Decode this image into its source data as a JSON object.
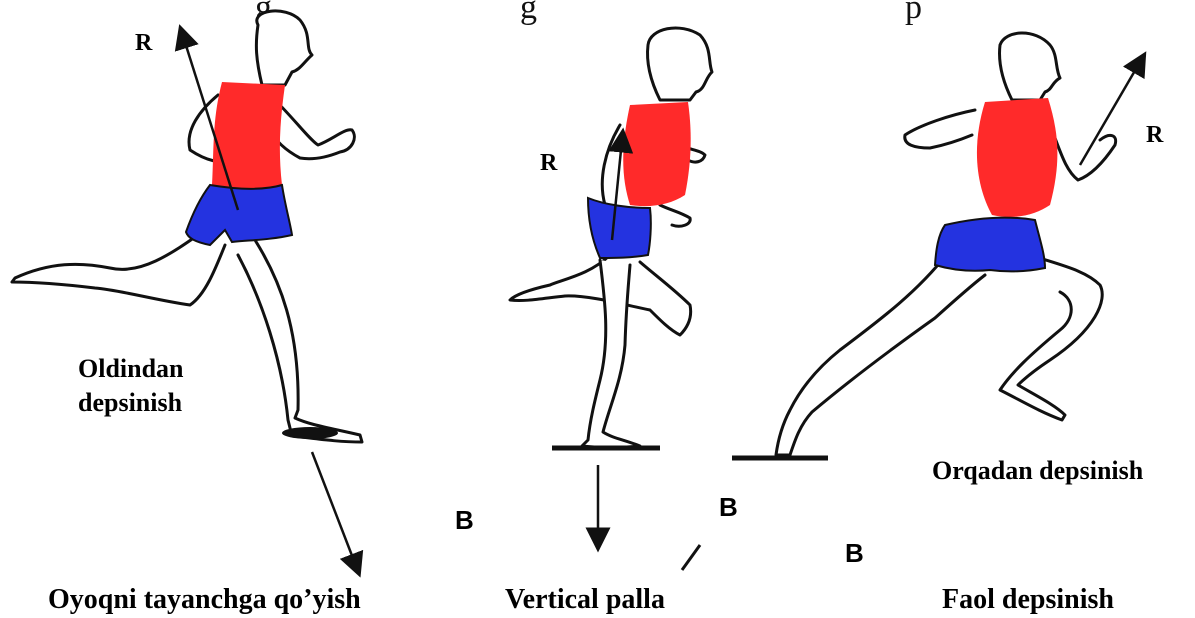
{
  "top_text": "gi",
  "runners": [
    {
      "id": "runner-1",
      "force_label": "R",
      "phase_label_line1": "Oldindan",
      "phase_label_line2": "depsinish",
      "bottom_label": "Oyoqni tayanchga qo’yish",
      "point_label": "B"
    },
    {
      "id": "runner-2",
      "force_label": "R",
      "bottom_label": "Vertical palla",
      "point_label": "B"
    },
    {
      "id": "runner-3",
      "force_label": "R",
      "phase_label": "Orqadan depsinish",
      "bottom_label": "Faol depsinish",
      "point_label": "B"
    }
  ],
  "colors": {
    "shirt": "#ff2a2a",
    "shorts": "#2433e0",
    "outline": "#111111"
  }
}
